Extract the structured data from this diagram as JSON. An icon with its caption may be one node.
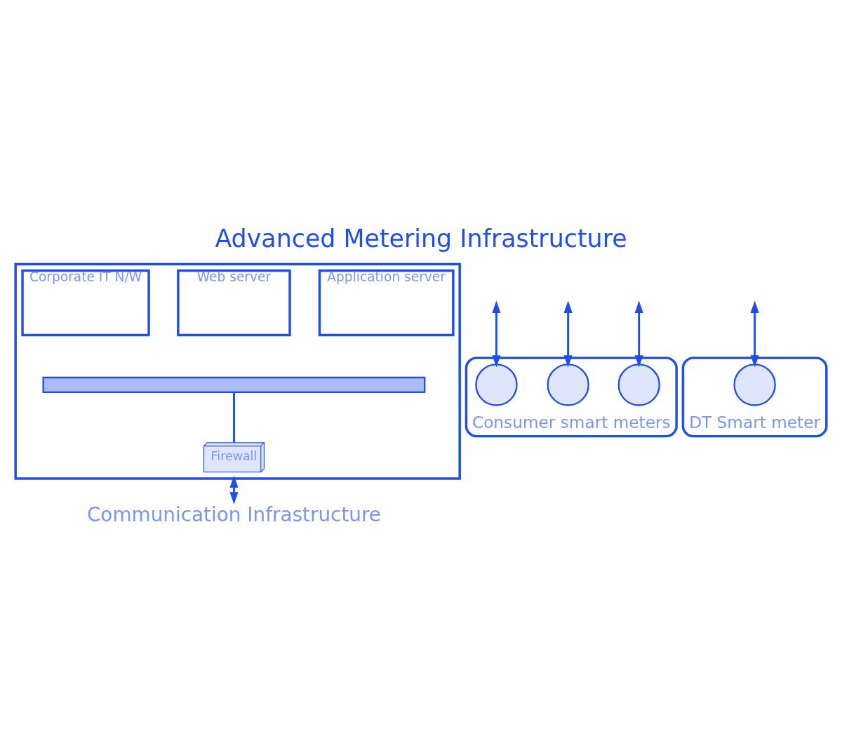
{
  "diagram": {
    "title": "Advanced Metering Infrastructure",
    "nodes": [
      {
        "text": [],
        "shape": "box"
      },
      {
        "text": [
          "Application server"
        ],
        "in": 0
      },
      {
        "text": [
          "Web server"
        ],
        "in": 0
      },
      {
        "text": [
          "Corporate IT N/W"
        ],
        "in": 0
      },
      {
        "text": [],
        "shape": "bar",
        "in": 0
      },
      {
        "text": [
          "Firewall"
        ],
        "in": 0
      },
      {
        "text": [
          "Communication Infrastructure"
        ]
      },
      {
        "text": [
          "Consumer smart meters"
        ]
      },
      {
        "text": [],
        "shape": "circle",
        "in": 7
      },
      {
        "text": [],
        "shape": "circle",
        "in": 7
      },
      {
        "text": [],
        "shape": "circle",
        "in": 7
      },
      {
        "text": [
          "DT Smart meter"
        ]
      },
      {
        "text": [],
        "shape": "circle",
        "in": 11
      }
    ],
    "edges": [
      {
        "from": 4,
        "to": 5,
        "arrow": "none"
      },
      {
        "from": 0,
        "to": 6,
        "arrow": "both"
      },
      {
        "from": null,
        "to": 8,
        "arrow": "both"
      },
      {
        "from": null,
        "to": 9,
        "arrow": "both"
      },
      {
        "from": null,
        "to": 10,
        "arrow": "both"
      },
      {
        "from": null,
        "to": 12,
        "arrow": "both"
      }
    ]
  }
}
